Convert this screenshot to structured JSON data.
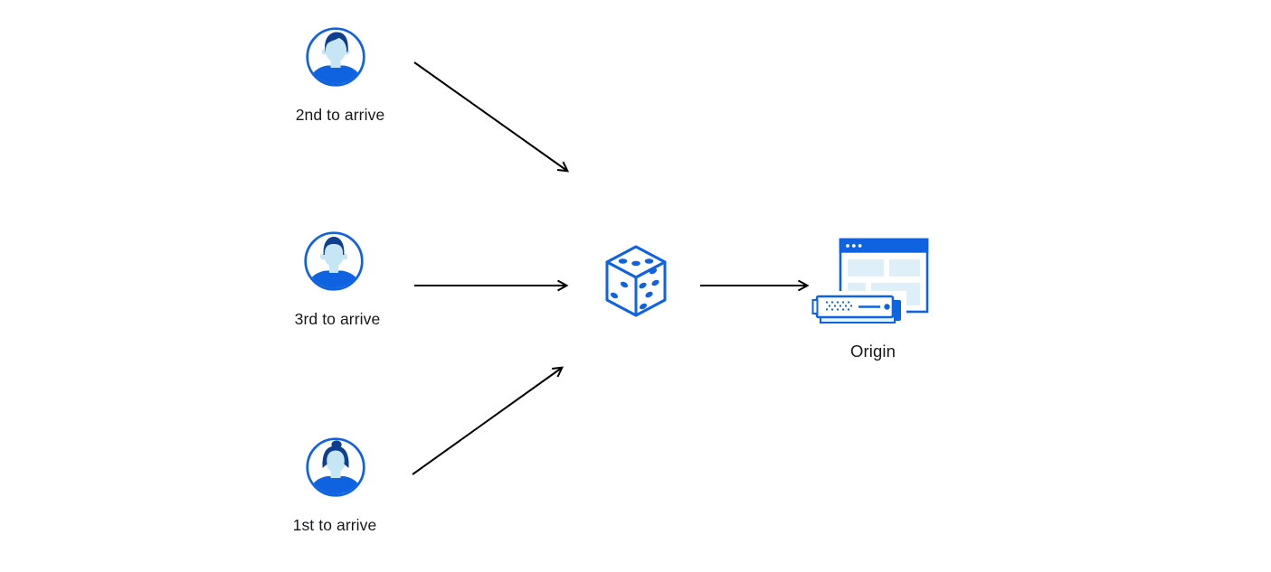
{
  "diagram": {
    "actors": [
      {
        "id": "second",
        "label": "2nd to arrive",
        "icon": "man-swept-hair-avatar-icon"
      },
      {
        "id": "third",
        "label": "3rd to arrive",
        "icon": "man-flat-hair-avatar-icon"
      },
      {
        "id": "first",
        "label": "1st to arrive",
        "icon": "woman-bun-avatar-icon"
      }
    ],
    "router": {
      "icon": "dice-icon"
    },
    "origin": {
      "label": "Origin",
      "icon": "origin-browser-server-icon"
    },
    "edges": [
      {
        "from": "2nd to arrive",
        "to": "dice"
      },
      {
        "from": "3rd to arrive",
        "to": "dice"
      },
      {
        "from": "1st to arrive",
        "to": "dice"
      },
      {
        "from": "dice",
        "to": "Origin"
      }
    ],
    "colors": {
      "primary_blue": "#1063E0",
      "dark_navy": "#0D3E8F",
      "light_face_blue": "#C6E6F5",
      "panel_blue": "#DFEFF9",
      "arrow_black": "#000000",
      "text": "#17181A",
      "background": "#FFFFFF"
    }
  }
}
